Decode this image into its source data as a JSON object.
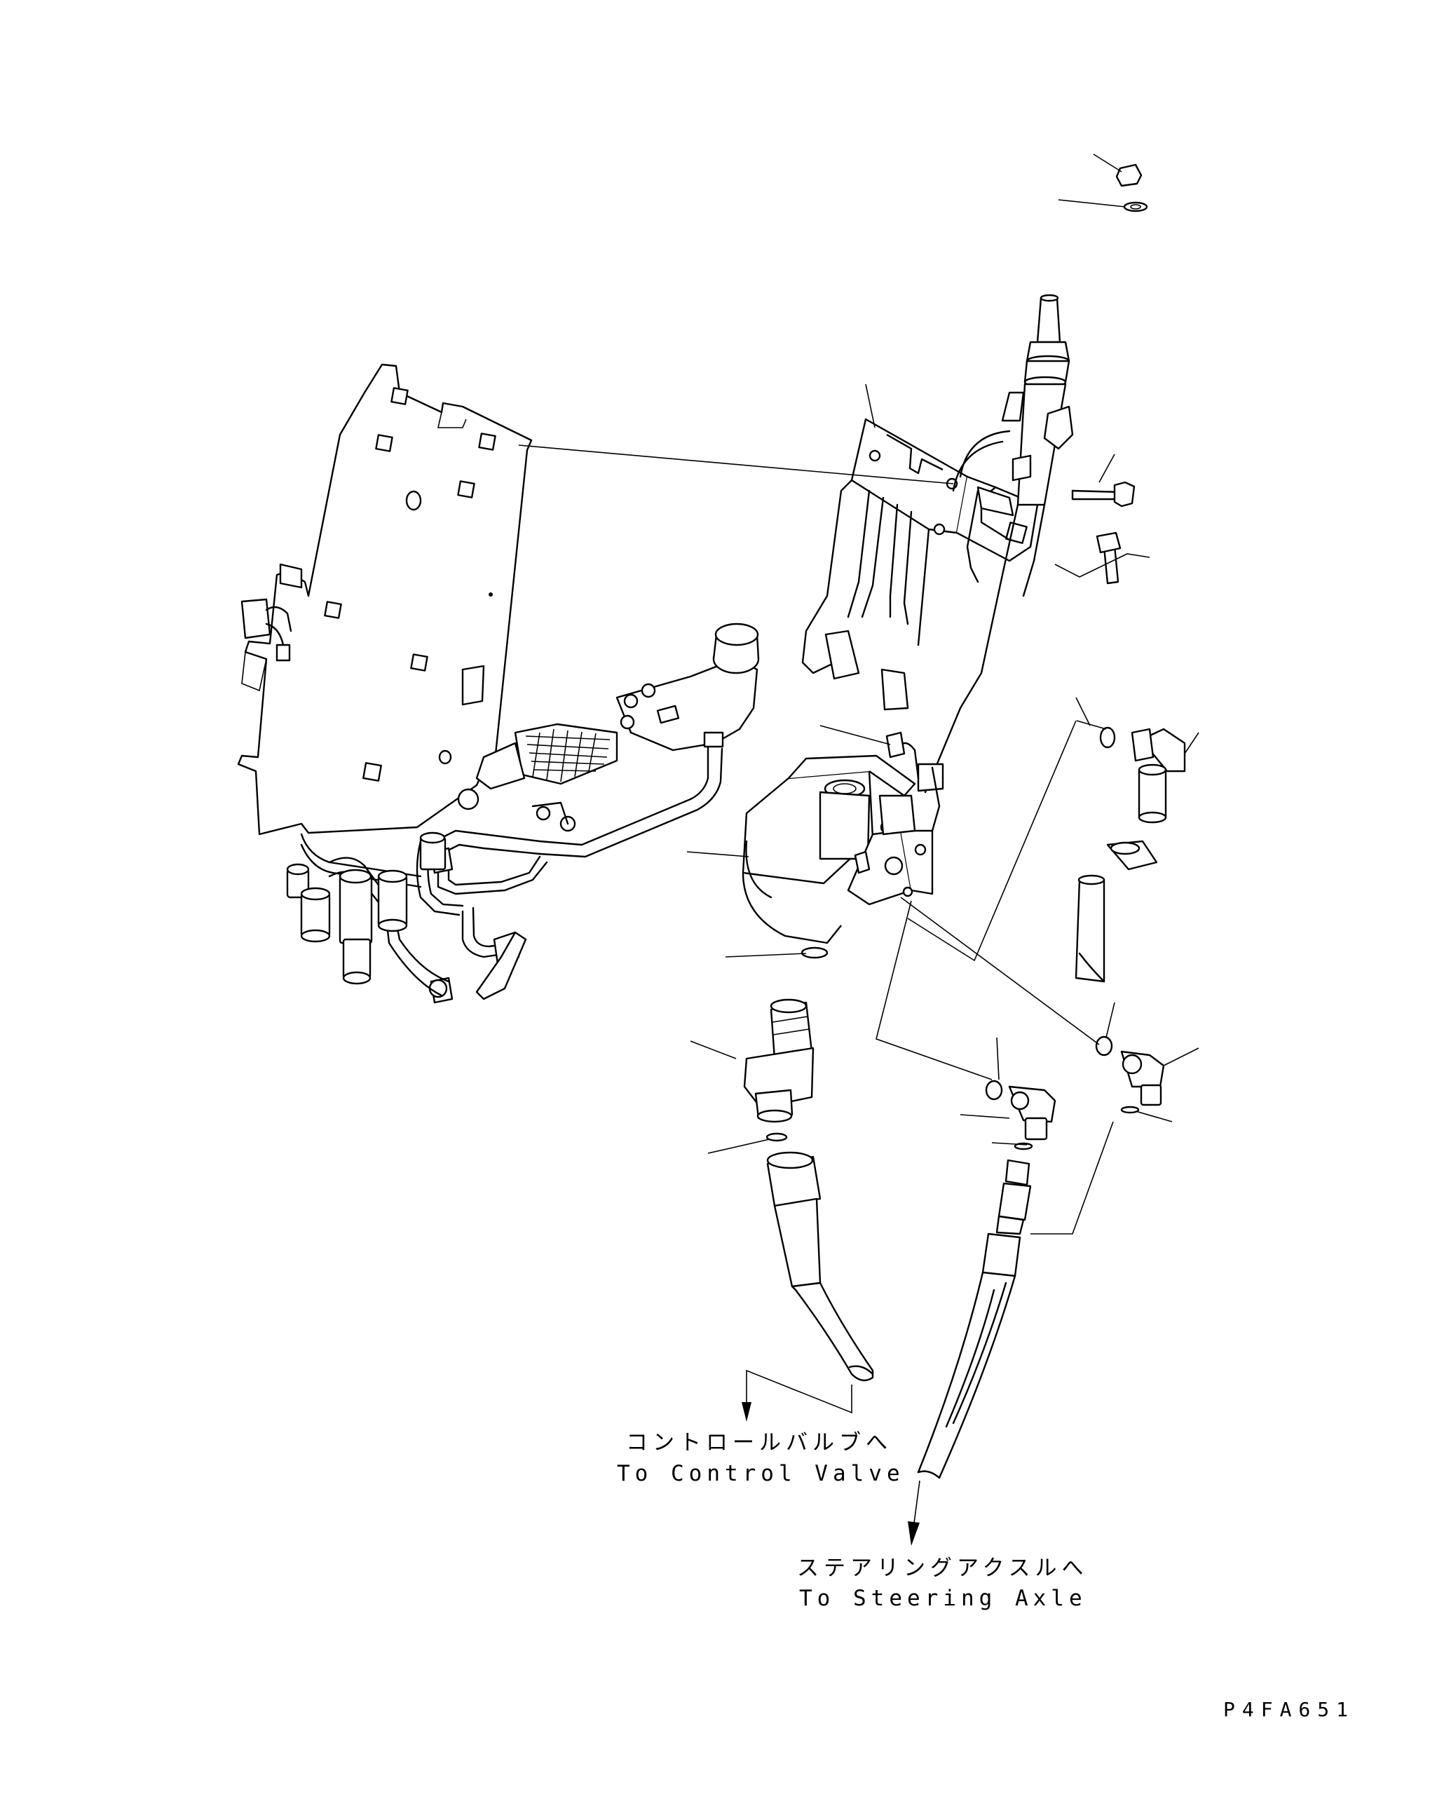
{
  "drawing_code": "P4FA651",
  "destinations": {
    "control_valve_ja": "コントロールバルブへ",
    "control_valve_en": "To Control Valve",
    "steering_axle_ja": "ステアリングアクスルへ",
    "steering_axle_en": "To Steering Axle"
  }
}
